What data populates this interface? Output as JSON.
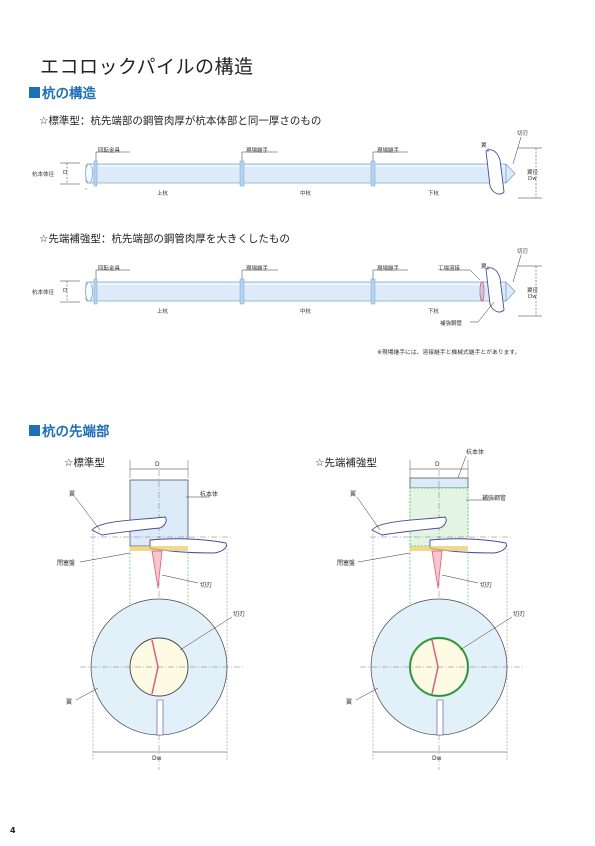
{
  "page_title": "エコロックパイルの構造",
  "section1": {
    "title": "杭の構造"
  },
  "standard_pile": {
    "heading": "☆標準型：杭先端部の鋼管肉厚が杭本体部と同一厚さのもの",
    "labels": {
      "rotating_fitting": "回転金具",
      "field_joint_1": "現場継手",
      "field_joint_2": "現場継手",
      "wing": "翼",
      "cutting_edge": "切刃",
      "body_dia": "杭本体径",
      "d": "D",
      "wing_dia_1": "翼径",
      "wing_dia_2": "Dw",
      "upper": "上杭",
      "middle": "中杭",
      "lower": "下杭"
    }
  },
  "reinforced_pile": {
    "heading": "☆先端補強型：杭先端部の鋼管肉厚を大きくしたもの",
    "labels": {
      "rotating_fitting": "回転金具",
      "field_joint_1": "現場継手",
      "field_joint_2": "現場継手",
      "factory_weld": "工場溶接",
      "wing": "翼",
      "cutting_edge": "切刃",
      "reinforcing_pipe": "補強鋼管",
      "body_dia": "杭本体径",
      "d": "D",
      "wing_dia_1": "翼径",
      "wing_dia_2": "Dw",
      "upper": "上杭",
      "middle": "中杭",
      "lower": "下杭"
    }
  },
  "joint_note": "※現場継手には、溶接継手と機械式継手とがあります。",
  "section2": {
    "title": "杭の先端部"
  },
  "tip_standard": {
    "heading": "☆標準型",
    "labels": {
      "d": "D",
      "wing_top": "翼",
      "pile_body": "杭本体",
      "closing_plate": "閉塞盤",
      "cutting_edge_1": "切刃",
      "cutting_edge_2": "切刃",
      "wing_plan": "翼",
      "dw": "Dw"
    }
  },
  "tip_reinforced": {
    "heading": "☆先端補強型",
    "labels": {
      "d": "D",
      "pile_body": "杭本体",
      "wing_top": "翼",
      "reinforcing_pipe": "補強鋼管",
      "closing_plate": "閉塞盤",
      "cutting_edge_1": "切刃",
      "cutting_edge_2": "切刃",
      "wing_plan": "翼",
      "dw": "Dw"
    }
  },
  "page_number": "4",
  "colors": {
    "accent_blue": "#1d6fb8",
    "pipe_fill": "#dcebf7",
    "pipe_stroke": "#7fa6cc",
    "joint_fill": "#b3d4f0",
    "wing_stroke": "#4a4a9a",
    "cutting_edge": "#d9607a",
    "closing_plate": "#e8c860",
    "green_dash": "#3cb44b",
    "wing_plan_fill": "#e2f0fa",
    "shaft_fill": "#fdfbe3"
  }
}
